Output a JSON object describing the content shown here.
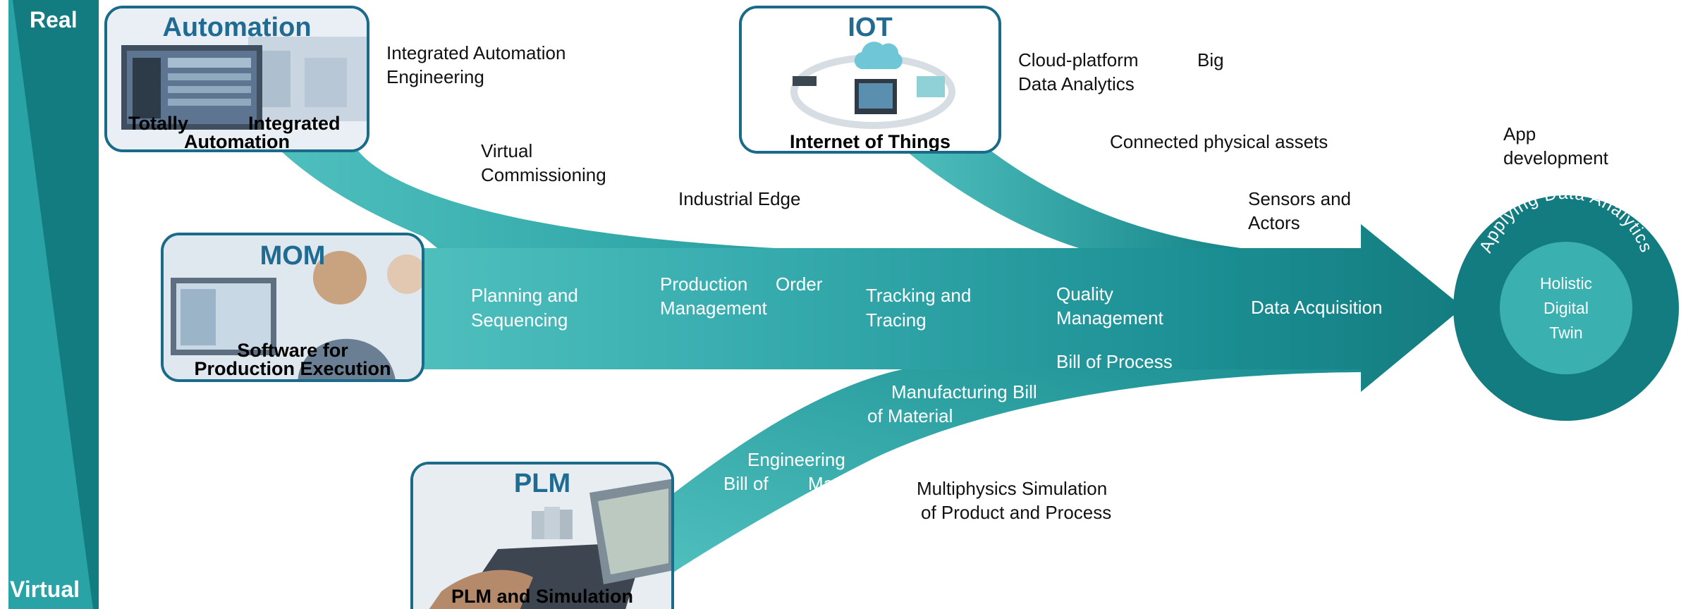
{
  "side_bar": {
    "top_label": "Real",
    "bottom_label": "Virtual"
  },
  "automation": {
    "title": "Automation",
    "caption_left": "Totally",
    "caption_right": "Integrated",
    "caption_line2": "Automation",
    "labels": [
      "Integrated Automation",
      "Engineering",
      "Virtual",
      "Commissioning"
    ]
  },
  "iot": {
    "title": "IOT",
    "caption": "Internet of Things",
    "labels": [
      "Cloud-platform",
      "Big",
      "Data Analytics",
      "Connected physical assets",
      "Industrial Edge"
    ]
  },
  "mom": {
    "title": "MOM",
    "caption_line1": "Software for",
    "caption_line2": "Production Execution"
  },
  "plm": {
    "title": "PLM",
    "caption": "PLM and Simulation"
  },
  "arrow_labels": {
    "planning_1": "Planning and",
    "planning_2": "Sequencing",
    "production_1": "Production",
    "production_order": "Order",
    "production_2": "Management",
    "tracking_1": "Tracking and",
    "tracking_2": "Tracing",
    "quality_1": "Quality",
    "quality_2": "Management",
    "data_acquisition": "Data Acquisition",
    "bill_of_process": "Bill of Process",
    "mbom_1": "Manufacturing Bill",
    "mbom_2": "of Material",
    "ebom_1": "Engineering",
    "ebom_2a": "Bill of",
    "ebom_2b": "Material"
  },
  "outer_labels": {
    "sensors_1": "Sensors and",
    "sensors_2": "Actors",
    "app_1": "App",
    "app_2": "development",
    "multiphysics_1": "Multiphysics Simulation",
    "multiphysics_2": "of Product and Process"
  },
  "twin": {
    "ring_text": "Applying Data Analytics",
    "center_1": "Holistic",
    "center_2": "Digital",
    "center_3": "Twin"
  },
  "colors": {
    "teal_dark": "#137c80",
    "teal_mid": "#1b9a9e",
    "teal_light": "#4ebfbd",
    "box_border": "#1a6b8a",
    "title_blue": "#1f6b92"
  }
}
